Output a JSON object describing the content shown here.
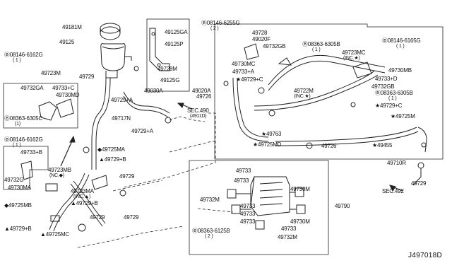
{
  "diagram_code": "J497018D",
  "labels": {
    "p49181M": "49181M",
    "p49125": "49125",
    "b08146_6162G_top": "Ⓑ08146-6162G",
    "q1_a": "( 1 )",
    "p49723M": "49723M",
    "p49729_a": "49729",
    "p49125GA": "49125GA",
    "p49125P": "49125P",
    "p49728M": "49728M",
    "p49125G": "49125G",
    "p49030A": "49030A",
    "p49729A_a": "49729+A",
    "p49717N": "49717N",
    "p49729A_b": "49729+A",
    "p49732GA": "49732GA",
    "p49733C_a": "49733+C",
    "p49730MD": "49730MD",
    "b08363_6305C": "Ⓑ08363-6305C",
    "q1_b": "(1)",
    "b08146_6162G_mid": "Ⓑ08146-6162G",
    "q1_c": "( 1 )",
    "p49725MA": "◆49725MA",
    "p49729B_a": "▲49729+B",
    "p49733B": "49733+B",
    "p49732G": "49732G",
    "p49730MA": "49730MA",
    "p49723MB": "49723MB",
    "ncstar": "(NC.◆)",
    "p49725MB": "◆49725MB",
    "p49723MA": "49723MA",
    "incstar_a": "(INC.▲)",
    "p49729B_b": "▲49729+B",
    "p49729B_c": "▲49729+B",
    "p49725MC": "▲49725MC",
    "p49729_b": "49729",
    "p49729_c": "49729",
    "p49729_d": "49729",
    "b08146_6255G": "Ⓑ08146-6255G",
    "q2_a": "( 2 )",
    "p49728": "49728",
    "p49020F": "49020F",
    "p49732GB_a": "49732GB",
    "b08363_6305B_a": "Ⓑ08363-6305B",
    "q1_d": "( 1 )",
    "p49723MC": "49723MC",
    "incstar_b": "(INC.★)",
    "b08146_6165G": "Ⓑ08146-6165G",
    "q1_e": "( 1 )",
    "p49730MC": "49730MC",
    "p49733A": "49733+A",
    "p49729C_a": "★49729+C",
    "p49020A": "49020A",
    "p49726_a": "49726",
    "sec490": "SEC.490",
    "sec490sub": "(4911D)",
    "p49730MB": "49730MB",
    "p49733D": "49733+D",
    "p49732GB_b": "49732GB",
    "b08363_6305B_b": "Ⓑ08363-6305B",
    "q1_f": "( 1 )",
    "p49722M": "49722M",
    "incstar_c": "(INC.★)",
    "p49729C_b": "★49729+C",
    "p49725M": "★49725M",
    "p49763": "★49763",
    "p49725MD": "★49725MD",
    "p49726_b": "49726",
    "p49455": "★49455",
    "p49710R": "49710R",
    "sec492": "SEC.492",
    "p49729_e": "49729",
    "p49733_a": "49733",
    "p49733_b": "49733",
    "p49730M_a": "49730M",
    "p49732M_a": "49732M",
    "p49733_c": "49733",
    "p49733_d": "49733",
    "p49790": "49790",
    "p49733_e": "49733",
    "p49730M_b": "49730M",
    "b08363_6125B": "Ⓑ08363-6125B",
    "q2_b": "( 2 )",
    "p49733_f": "49733",
    "p49732M_b": "49732M"
  }
}
